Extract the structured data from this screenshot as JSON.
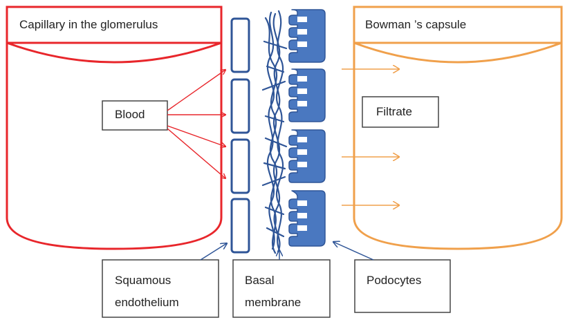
{
  "labels": {
    "capillary": "Capillary in the glomerulus",
    "bowman": "Bowman ’s capsule",
    "blood": "Blood",
    "filtrate": "Filtrate",
    "squamous_line1": "Squamous",
    "squamous_line2": "endothelium",
    "basal_line1": "Basal",
    "basal_line2": "membrane",
    "podocytes": "Podocytes"
  },
  "colors": {
    "capillary": "#e8262b",
    "bowman": "#f0a04b",
    "structure": "#2f5597",
    "podocyte_fill": "#4a78c0",
    "box_border": "#444444"
  }
}
